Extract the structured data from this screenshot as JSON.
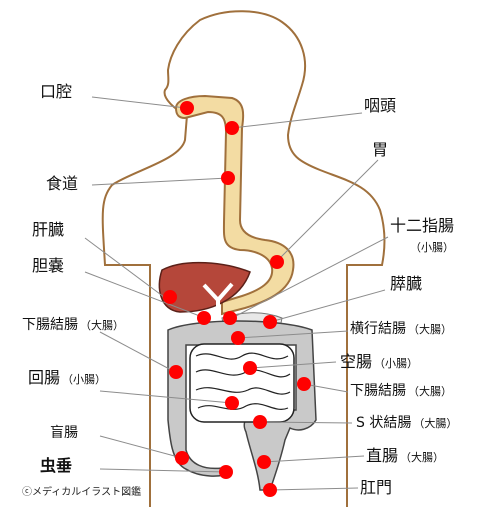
{
  "labels": {
    "mouth": "口腔",
    "pharynx": "咽頭",
    "stomach": "胃",
    "esophagus": "食道",
    "duodenum": "十二指腸",
    "duodenum_sub": "（小腸）",
    "liver": "肝臓",
    "gallbladder": "胆嚢",
    "pancreas": "膵臓",
    "ascending_colon": "下腸結腸",
    "ascending_colon_sub": "（大腸）",
    "transverse_colon": "横行結腸",
    "transverse_colon_sub": "（大腸）",
    "jejunum": "空腸",
    "jejunum_sub": "（小腸）",
    "ileum": "回腸",
    "ileum_sub": "（小腸）",
    "descending_colon": "下腸結腸",
    "descending_colon_sub": "（大腸）",
    "sigmoid_colon": "S 状結腸",
    "sigmoid_colon_sub": "（大腸）",
    "cecum": "盲腸",
    "appendix": "虫垂",
    "rectum": "直腸",
    "rectum_sub": "（大腸）",
    "anus": "肛門",
    "credit": "ⓒメディカルイラスト図鑑"
  },
  "colors": {
    "body_outline": "#a0703c",
    "digestive_tube": "#f3dca3",
    "liver": "#b5473a",
    "colon": "#c9c9c9",
    "marker": "#ff0000",
    "leader_line": "#8c8c8c"
  }
}
